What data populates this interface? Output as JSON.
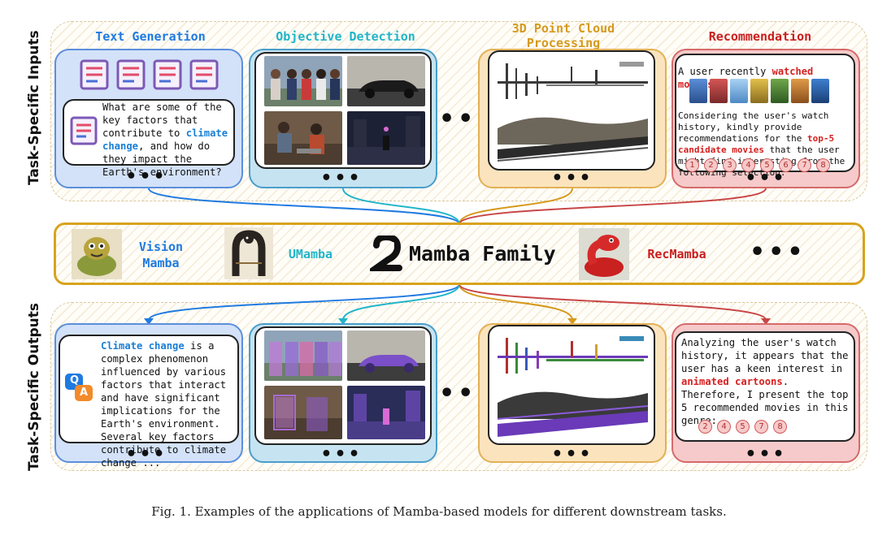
{
  "side_labels": {
    "inputs": "Task-Specific Inputs",
    "outputs": "Task-Specific Outputs"
  },
  "titles": {
    "text_generation": "Text Generation",
    "objective_detection": "Objective Detection",
    "point_cloud": "3D Point Cloud Processing",
    "recommendation": "Recommendation"
  },
  "colors": {
    "text_generation": "#1f7ae0",
    "objective_detection": "#21b5c9",
    "point_cloud": "#d59a1d",
    "recommendation": "#c81e1e",
    "mamba_border": "#d8a31d"
  },
  "input": {
    "tg_question_pre": "What are some of the key factors that contribute to ",
    "tg_question_hl": "climate change",
    "tg_question_post": ", and how do they impact the Earth's environment?",
    "rec_line1_pre": "A user recently ",
    "rec_line1_hl": "watched movies:",
    "rec_body_pre": "Considering the user's watch history, kindly provide recommendations for the ",
    "rec_body_hl": "top-5 candidate movies",
    "rec_body_post": " that the user might find interesting from the following selection.",
    "rec_candidates": [
      "1",
      "2",
      "3",
      "4",
      "5",
      "6",
      "7",
      "8"
    ]
  },
  "mamba": {
    "vision": "Vision Mamba",
    "umamba": "UMamba",
    "family": "Mamba Family",
    "recmamba": "RecMamba"
  },
  "output": {
    "tg_answer_hl": "Climate change",
    "tg_answer_post": " is a complex phenomenon influenced by various factors that interact and have significant implications for the Earth's environment. Several key factors contribute to climate change ...",
    "qa_q": "Q",
    "qa_a": "A",
    "rec_pre": "Analyzing the user's watch history, it appears that the user has a keen interest in ",
    "rec_hl": "animated cartoons",
    "rec_post": ". Therefore, I present the top 5 recommended movies in this genre:",
    "rec_selected": [
      "2",
      "4",
      "5",
      "7",
      "8"
    ]
  },
  "ellipsis": "•••",
  "caption": "Fig. 1.  Examples of the applications of Mamba-based models for different downstream tasks."
}
